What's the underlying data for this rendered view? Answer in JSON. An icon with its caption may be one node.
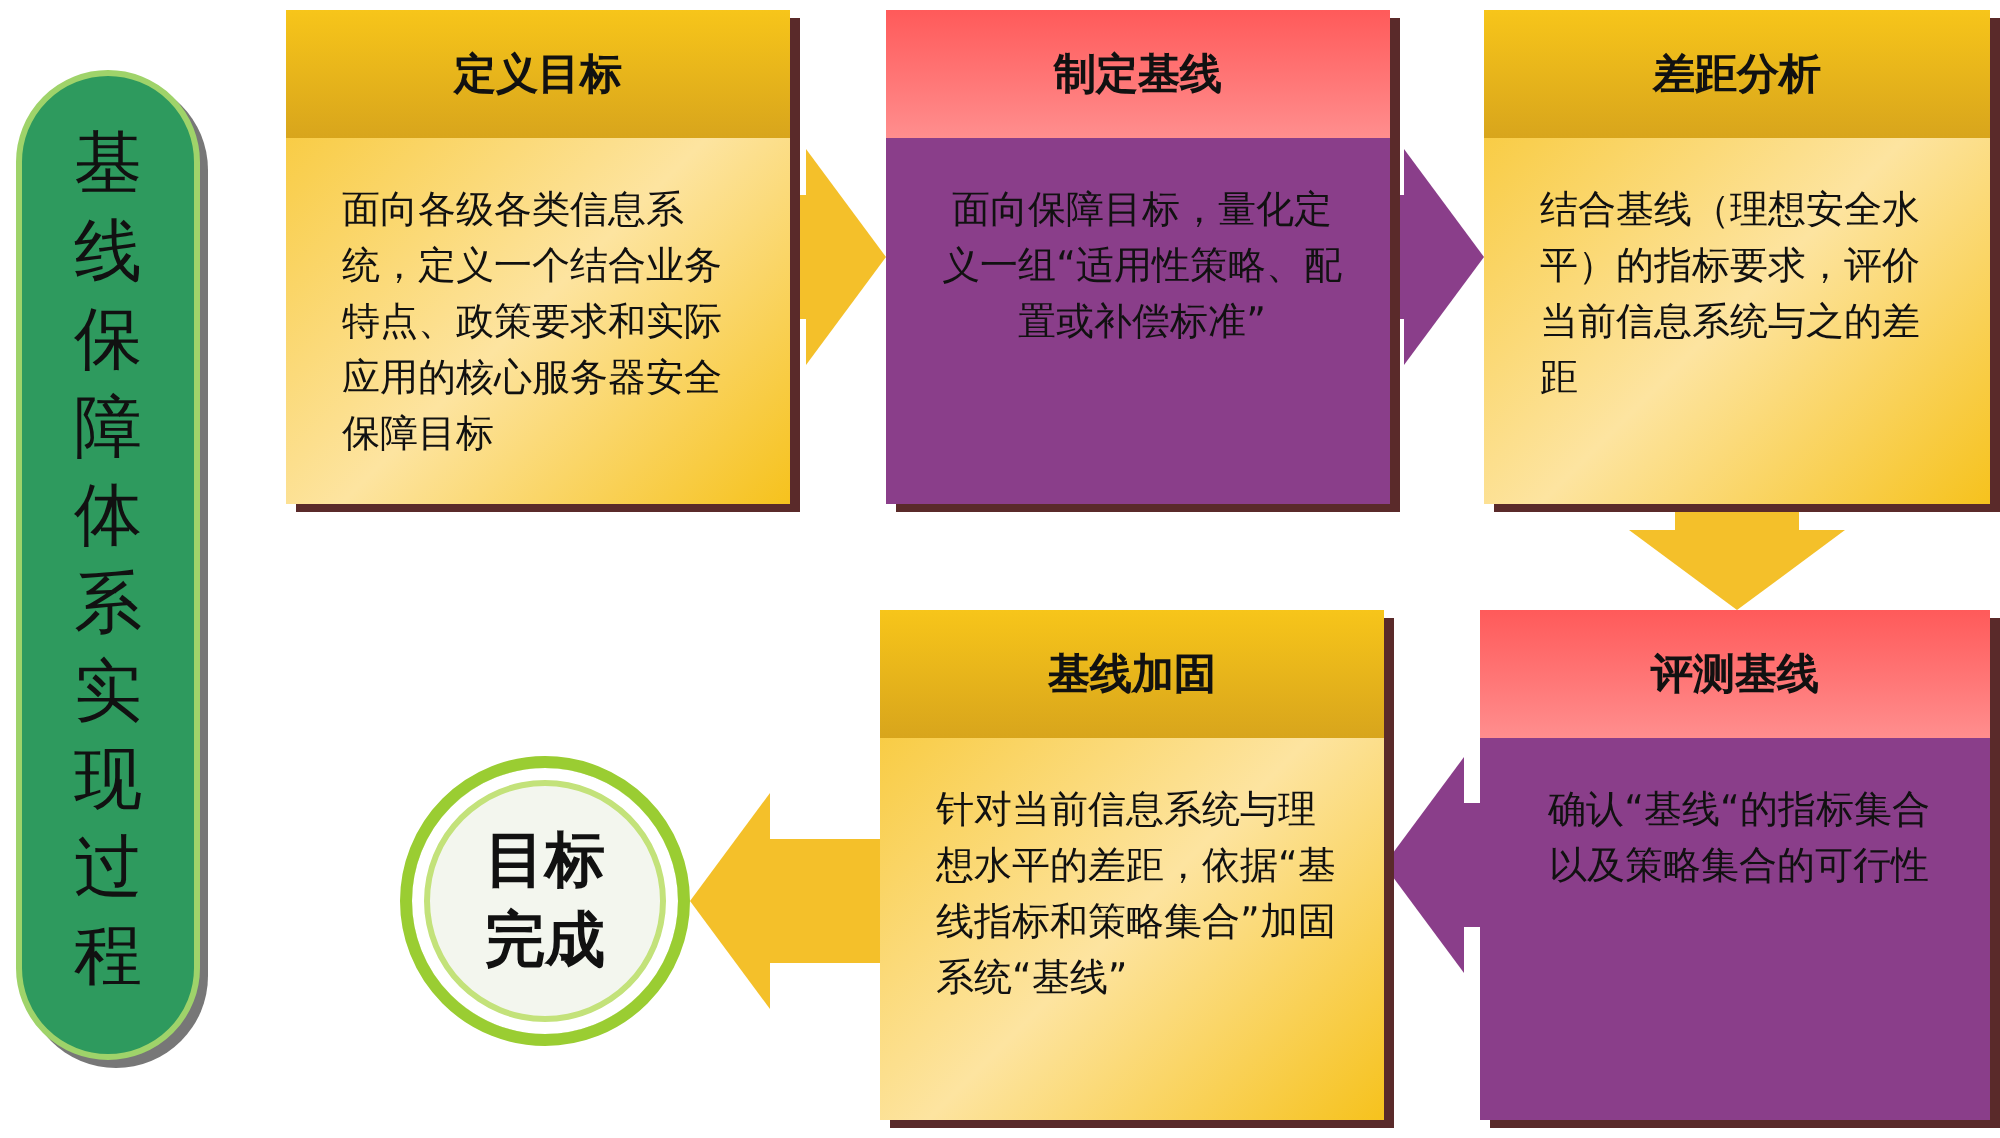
{
  "diagram": {
    "nodes": [
      {
        "text": [
          "基线保障体系实现过程"
        ]
      },
      {
        "text": [
          "定义目标",
          "面向各级各类信息系统，定义一个结合业务特点、政策要求和实际应用的核心服务器安全保障目标"
        ]
      },
      {
        "text": [
          "制定基线",
          "面向保障目标，量化定义一组“适用性策略、配置或补偿标准”"
        ]
      },
      {
        "text": [
          "差距分析",
          "结合基线（理想安全水平）的指标要求，评价当前信息系统与之的差距"
        ]
      },
      {
        "text": [
          "评测基线",
          "确认“基线“的指标集合以及策略集合的可行性"
        ]
      },
      {
        "text": [
          "基线加固",
          "针对当前信息系统与理想水平的差距，依据“基线指标和策略集合”加固系统“基线”"
        ]
      },
      {
        "text": [
          "目标完成"
        ]
      }
    ],
    "edges": [
      {
        "from": 1,
        "to": 2,
        "arrow": "to"
      },
      {
        "from": 2,
        "to": 3,
        "arrow": "to",
        "color": "#8a3e8a"
      },
      {
        "from": 3,
        "to": 4,
        "arrow": "to"
      },
      {
        "from": 4,
        "to": 5,
        "arrow": "to",
        "color": "#8a3e8a"
      },
      {
        "from": 5,
        "to": 6,
        "arrow": "to"
      }
    ]
  }
}
